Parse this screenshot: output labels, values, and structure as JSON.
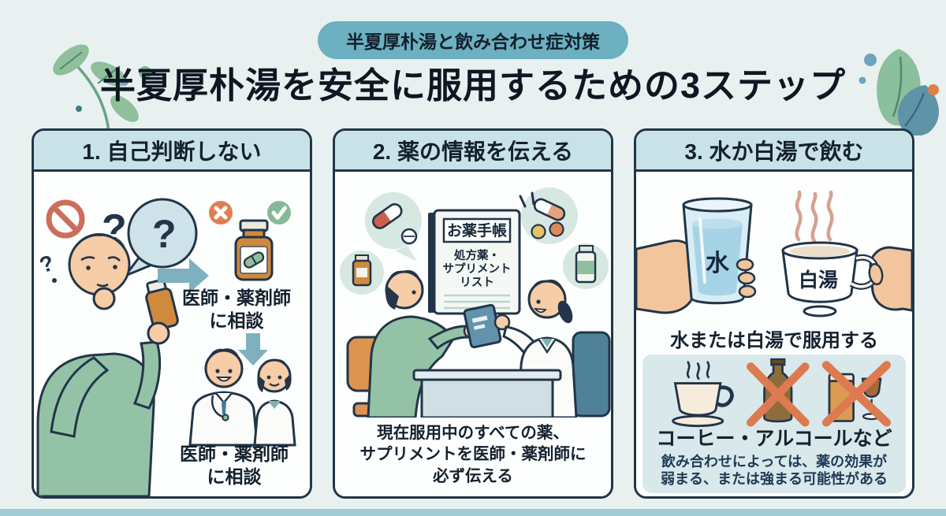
{
  "colors": {
    "background": "#e8f1f0",
    "badge_bg": "#6cb0c1",
    "panel_border": "#223548",
    "panel_header_bg": "#c9e2e7",
    "text_dark": "#14212e",
    "arrow_teal": "#7eb0c0",
    "cross_orange": "#dd7f55",
    "check_green": "#84ba97",
    "prohibition_red": "#cc6f5a",
    "avoid_box_bg": "#d9e8eb",
    "bottom_strip": "#a2cbd3"
  },
  "header": {
    "badge": "半夏厚朴湯と飲み合わせ症対策",
    "title": "半夏厚朴湯を安全に服用するための3ステップ"
  },
  "steps": [
    {
      "title": "1. 自己判断しない",
      "qmark": "?",
      "consult1": "医師・薬剤師\nに相談",
      "consult2": "医師・薬剤師\nに相談"
    },
    {
      "title": "2. 薬の情報を伝える",
      "notebook": {
        "title": "お薬手帳",
        "lines": [
          "処方薬・",
          "サプリメント",
          "リスト"
        ]
      },
      "caption": "現在服用中のすべての薬、\nサプリメントを医師・薬剤師に\n必ず伝える"
    },
    {
      "title": "3. 水か白湯で飲む",
      "water_label": "水",
      "hot_water_label": "白湯",
      "caption": "水または白湯で服用する",
      "avoid": {
        "title": "コーヒー・アルコールなど",
        "note": "飲み合わせによっては、薬の効果が\n弱まる、または強まる可能性がある"
      }
    }
  ]
}
